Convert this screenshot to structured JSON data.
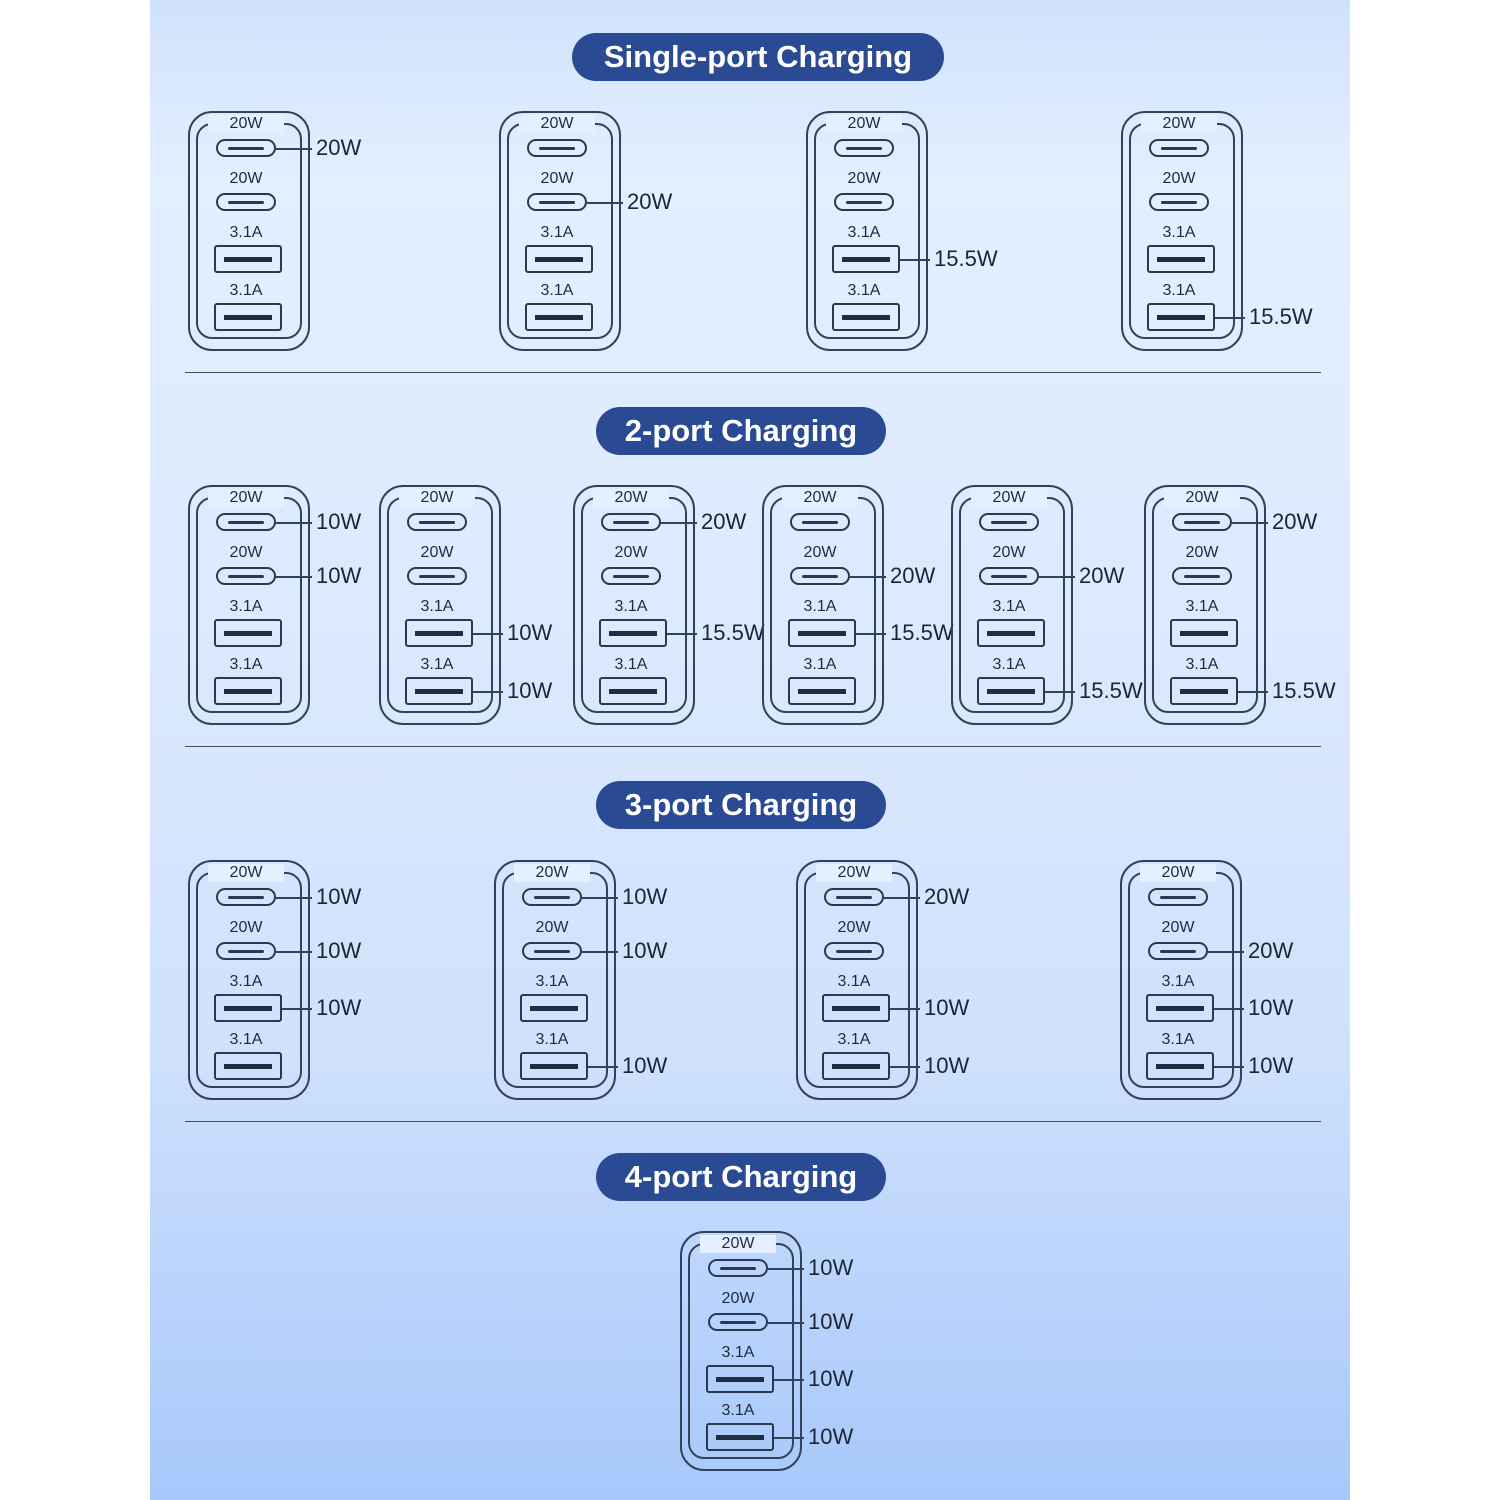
{
  "port_labels": {
    "usbc": "20W",
    "usba": "3.1A"
  },
  "sections": [
    {
      "title": "Single-port Charging",
      "chargers": [
        {
          "outputs": [
            "20W",
            null,
            null,
            null
          ]
        },
        {
          "outputs": [
            null,
            "20W",
            null,
            null
          ]
        },
        {
          "outputs": [
            null,
            null,
            "15.5W",
            null
          ]
        },
        {
          "outputs": [
            null,
            null,
            null,
            "15.5W"
          ]
        }
      ]
    },
    {
      "title": "2-port Charging",
      "chargers": [
        {
          "outputs": [
            "10W",
            "10W",
            null,
            null
          ]
        },
        {
          "outputs": [
            null,
            null,
            "10W",
            "10W"
          ]
        },
        {
          "outputs": [
            "20W",
            null,
            "15.5W",
            null
          ]
        },
        {
          "outputs": [
            null,
            "20W",
            "15.5W",
            null
          ]
        },
        {
          "outputs": [
            null,
            "20W",
            null,
            "15.5W"
          ]
        },
        {
          "outputs": [
            "20W",
            null,
            null,
            "15.5W"
          ]
        }
      ]
    },
    {
      "title": "3-port Charging",
      "chargers": [
        {
          "outputs": [
            "10W",
            "10W",
            "10W",
            null
          ]
        },
        {
          "outputs": [
            "10W",
            "10W",
            null,
            "10W"
          ]
        },
        {
          "outputs": [
            "20W",
            null,
            "10W",
            "10W"
          ]
        },
        {
          "outputs": [
            null,
            "20W",
            "10W",
            "10W"
          ]
        }
      ]
    },
    {
      "title": "4-port Charging",
      "chargers": [
        {
          "outputs": [
            "10W",
            "10W",
            "10W",
            "10W"
          ]
        }
      ]
    }
  ],
  "colors": {
    "title_pill": "#2a4a93",
    "line": "#33425c",
    "background_top": "#cfe2fb",
    "background_bottom": "#a7c8fb"
  }
}
